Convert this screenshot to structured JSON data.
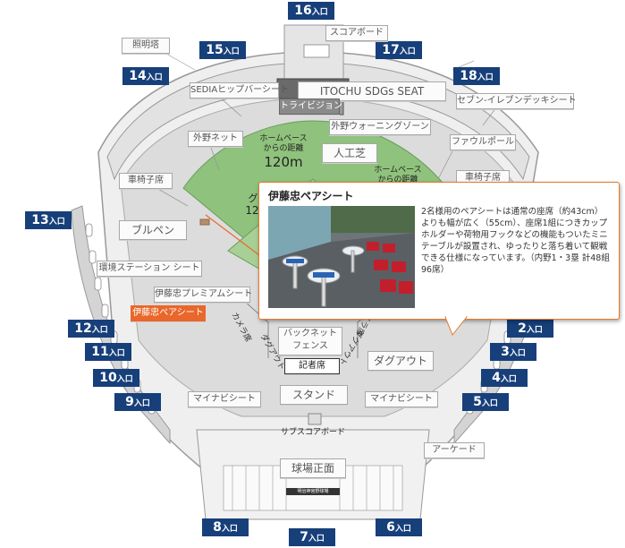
{
  "map": {
    "gates": [
      "16",
      "15",
      "17",
      "14",
      "18",
      "13",
      "12",
      "2",
      "11",
      "3",
      "10",
      "4",
      "9",
      "5",
      "8",
      "7",
      "6"
    ],
    "gate_suffix": "入口",
    "labels": {
      "shomeito": "照明塔",
      "scoreboard": "スコアボード",
      "sedia": "SEDIAヒップバーシート",
      "itochu_sdgs": "ITOCHU SDGs SEAT",
      "seven_eleven": "セブン-イレブンデッキシート",
      "trivision": "トライビジョン",
      "warning_zone": "外野ウォーニングゾーン",
      "outfield_net": "外野ネット",
      "foul_pole": "ファウルポール",
      "artificial_turf": "人工芝",
      "wheelchair_left": "車椅子席",
      "wheelchair_right": "車椅子席",
      "bullpen": "ブルペン",
      "env_station": "環境ステーション シート",
      "premium": "伊藤忠プレミアムシート",
      "pair_seat": "伊藤忠ペアシート",
      "camera_left": "カメラ席",
      "camera_right": "カメラ席",
      "dugout_vert_left": "ダグアウト",
      "dugout_vert_right": "ダグアウト",
      "backnet": "バックネット\nフェンス",
      "press": "記者席",
      "dugout": "ダグアウト",
      "mynavi_left": "マイナビシート",
      "mynavi_right": "マイナビシート",
      "stand": "スタンド",
      "sub_scoreboard": "サブスコアボード",
      "arcade": "アーケード",
      "front": "球場正面"
    },
    "field_text": {
      "home_distance_label": "ホームベース\nからの距離",
      "home_distance_value": "120m",
      "home_distance_label_right": "ホームベース\nからの距離",
      "partial_left": "グ",
      "partial_left_num": "12"
    },
    "building_sign": "明治神宮野球場"
  },
  "popup": {
    "title": "伊藤忠ペアシート",
    "description": "2名様用のペアシートは通常の座席（約43cm）よりも幅が広く（55cm）、座席1組につきカップホルダーや荷物用フックなどの機能もついたミニテーブルが設置され、ゆったりと落ち着いて観戦できる仕様になっています。（内野1・3塁 計48組96席）"
  },
  "colors": {
    "gate": "#173f7a",
    "field": "#8fc27c",
    "stand": "#d9d9d9",
    "accent": "#e9672a",
    "popup_border": "#e37a2e"
  }
}
